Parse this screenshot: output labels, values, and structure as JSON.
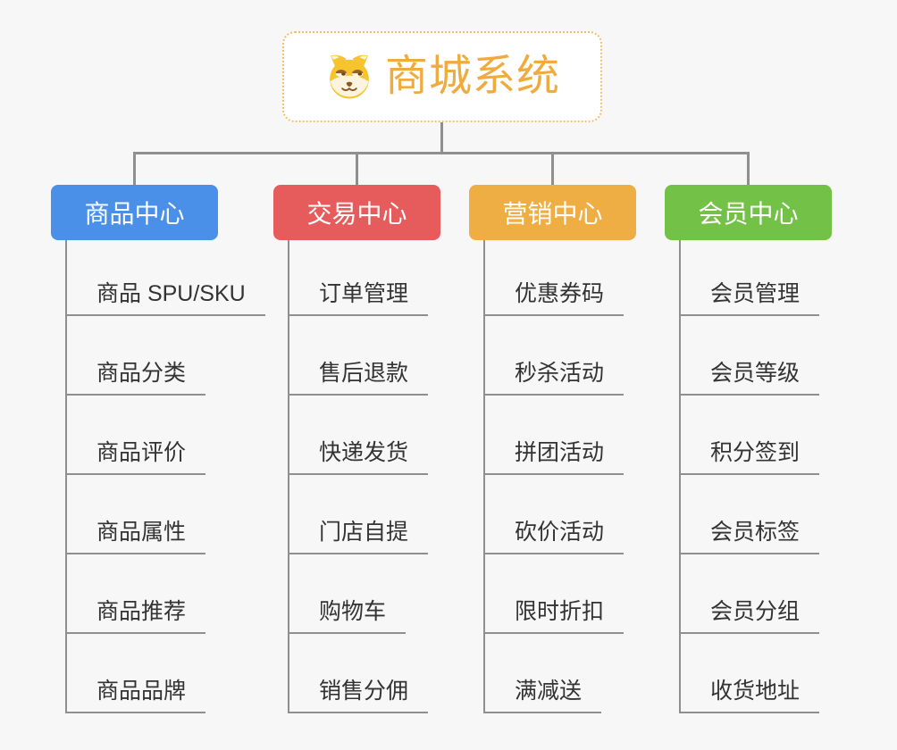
{
  "canvas": {
    "background": "#f7f7f7",
    "line_color": "#8f8f8f"
  },
  "root": {
    "title": "商城系统",
    "title_color": "#efab3e",
    "border_color": "#f3bd70",
    "icon": "dog-face-icon"
  },
  "branches": [
    {
      "label": "商品中心",
      "color": "#4a90e8",
      "children": [
        "商品 SPU/SKU",
        "商品分类",
        "商品评价",
        "商品属性",
        "商品推荐",
        "商品品牌"
      ]
    },
    {
      "label": "交易中心",
      "color": "#e65c5c",
      "children": [
        "订单管理",
        "售后退款",
        "快递发货",
        "门店自提",
        "购物车",
        "销售分佣"
      ]
    },
    {
      "label": "营销中心",
      "color": "#eeae44",
      "children": [
        "优惠券码",
        "秒杀活动",
        "拼团活动",
        "砍价活动",
        "限时折扣",
        "满减送"
      ]
    },
    {
      "label": "会员中心",
      "color": "#73c146",
      "children": [
        "会员管理",
        "会员等级",
        "积分签到",
        "会员标签",
        "会员分组",
        "收货地址"
      ]
    }
  ]
}
